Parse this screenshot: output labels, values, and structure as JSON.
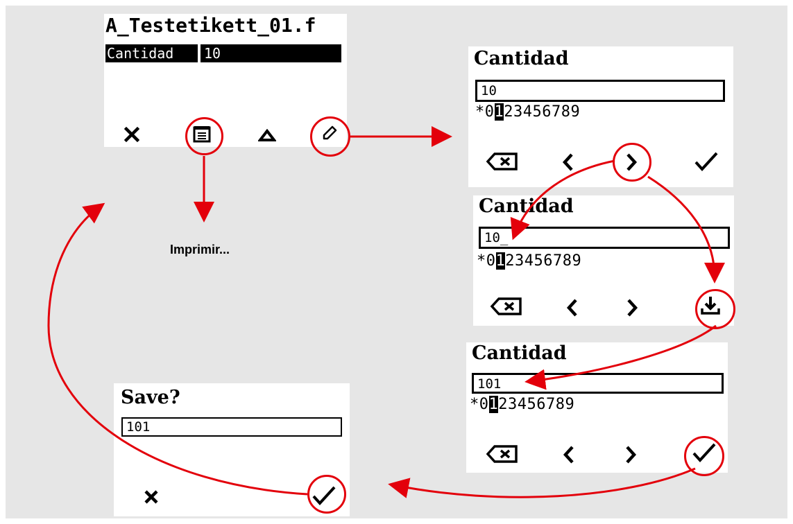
{
  "screen_main": {
    "filename": "A_Testetikett_01.f",
    "field_label": "Cantidad",
    "field_value": "10",
    "buttons": [
      "close-icon",
      "print-icon",
      "up-triangle-icon",
      "edit-pencil-icon"
    ]
  },
  "print_caption": "Imprimir...",
  "screen_edit1": {
    "title": "Cantidad",
    "value": "10",
    "digits_prefix": "*0",
    "digits_selected": "1",
    "digits_suffix": "23456789",
    "buttons": [
      "backspace-icon",
      "chevron-left-icon",
      "chevron-right-icon",
      "checkmark-icon"
    ]
  },
  "screen_edit2": {
    "title": "Cantidad",
    "value": "10_",
    "digits_prefix": "*0",
    "digits_selected": "1",
    "digits_suffix": "23456789",
    "buttons": [
      "backspace-icon",
      "chevron-left-icon",
      "chevron-right-icon",
      "insert-download-icon"
    ]
  },
  "screen_edit3": {
    "title": "Cantidad",
    "value": "101",
    "digits_prefix": "*0",
    "digits_selected": "1",
    "digits_suffix": "23456789",
    "buttons": [
      "backspace-icon",
      "chevron-left-icon",
      "chevron-right-icon",
      "checkmark-icon"
    ]
  },
  "screen_save": {
    "title": "Save?",
    "value": "101",
    "buttons": [
      "close-icon",
      "checkmark-icon"
    ]
  },
  "colors": {
    "background": "#e6e6e6",
    "screen": "#ffffff",
    "highlight": "#e3000b",
    "ink": "#000000"
  }
}
